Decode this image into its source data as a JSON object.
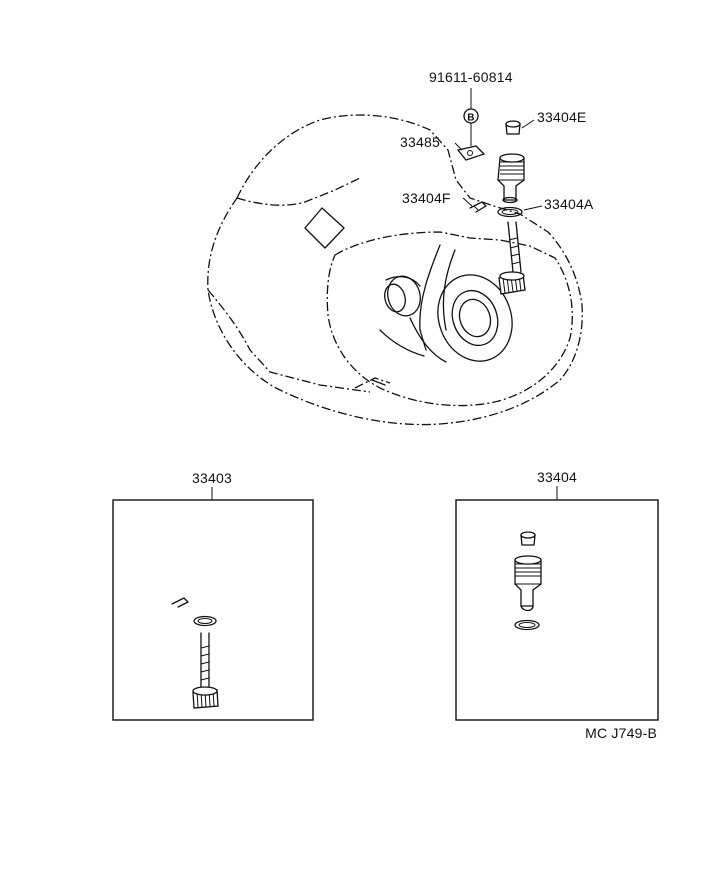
{
  "labels": {
    "bolt": "91611-60814",
    "bolt_symbol": "B",
    "plate": "33485",
    "cap": "33404E",
    "clip": "33404F",
    "oring": "33404A",
    "assy_gear": "33403",
    "assy_sleeve": "33404",
    "code": "MC J749-B"
  }
}
